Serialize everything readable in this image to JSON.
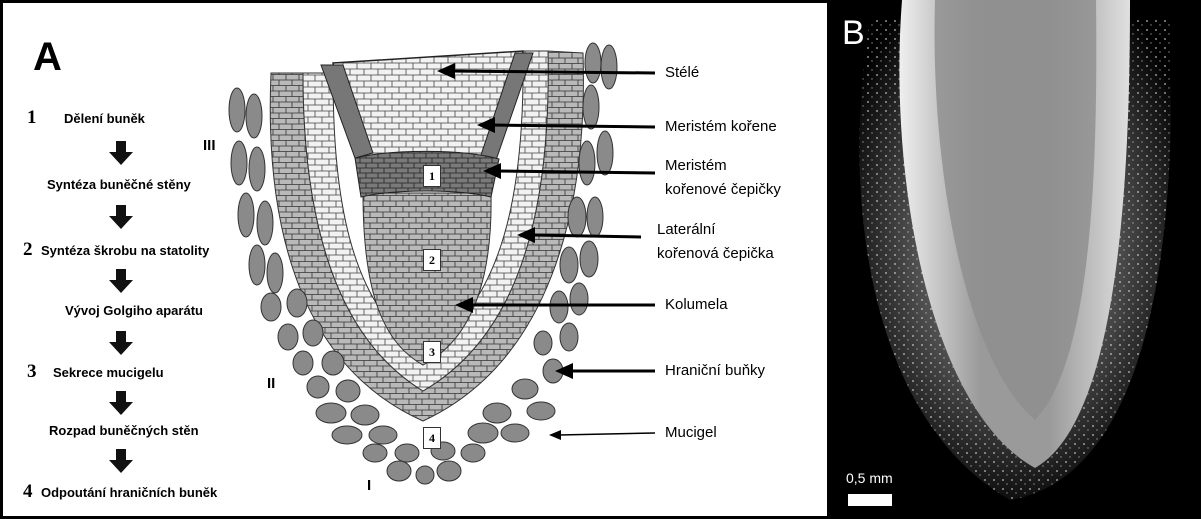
{
  "panel_a": {
    "letter": "A",
    "steps": [
      {
        "num": "1",
        "text": "Dělení buněk"
      },
      {
        "num": "",
        "text": "Syntéza buněčné stěny"
      },
      {
        "num": "2",
        "text": "Syntéza škrobu na statolity"
      },
      {
        "num": "",
        "text": "Vývoj Golgiho aparátu"
      },
      {
        "num": "3",
        "text": "Sekrece mucigelu"
      },
      {
        "num": "",
        "text": "Rozpad buněčných stěn"
      },
      {
        "num": "4",
        "text": "Odpoutání hraničních buněk"
      }
    ],
    "roman": [
      "III",
      "II",
      "I"
    ],
    "zones": [
      "1",
      "2",
      "3",
      "4"
    ],
    "labels": {
      "stele": "Stélé",
      "root_meristem": "Meristém kořene",
      "cap_meristem_1": "Meristém",
      "cap_meristem_2": "kořenové čepičky",
      "lateral_cap_1": "Laterální",
      "lateral_cap_2": "kořenová čepička",
      "columella": "Kolumela",
      "border_cells": "Hraniční buňky",
      "mucigel": "Mucigel"
    }
  },
  "panel_b": {
    "letter": "B",
    "scale_label": "0,5 mm"
  }
}
